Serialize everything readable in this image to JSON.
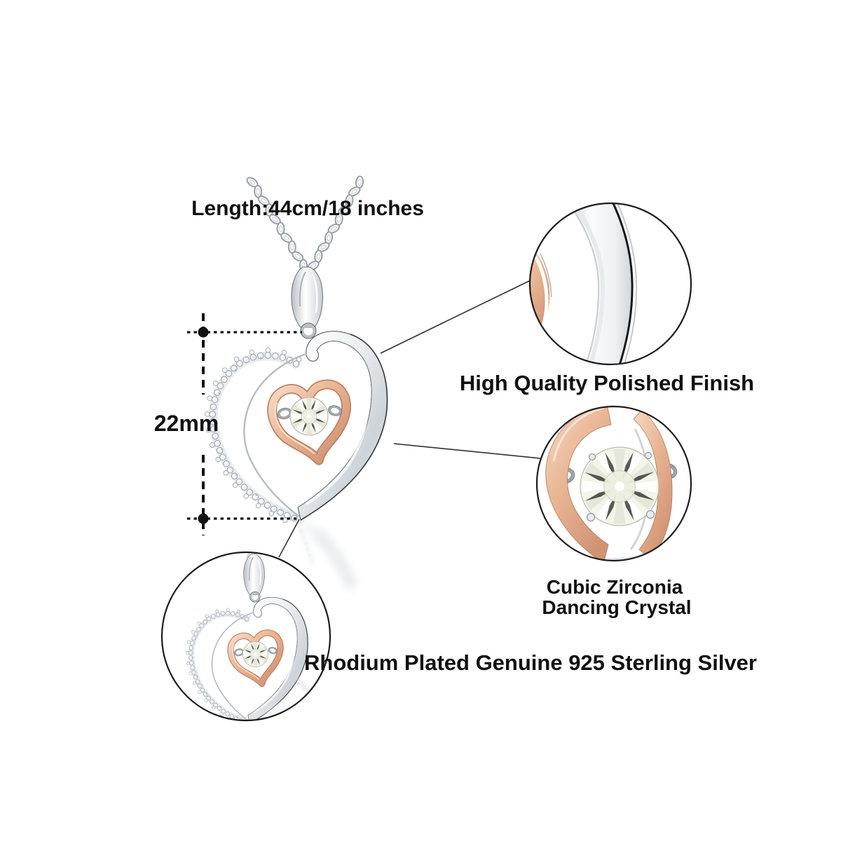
{
  "annotations": {
    "length_label": "Length:44cm/18 inches",
    "size_label": "22mm",
    "material_label": "Rhodium Plated Genuine 925 Sterling Silver"
  },
  "callouts": {
    "finish_label": "High Quality Polished Finish",
    "crystal_label_line1": "Cubic Zirconia",
    "crystal_label_line2": "Dancing Crystal"
  },
  "product": {
    "type": "heart pendant necklace",
    "chain_shape": "V-shaped cable chain converging on bail",
    "outer_heart": "silver polished ribbon right side, pave crystal left side",
    "inner_heart": "rose gold tilted heart frame",
    "center_stone": "round cubic zirconia dancing crystal"
  },
  "colors": {
    "text": "#111111",
    "line": "#2f3236",
    "background": "#ffffff",
    "rose_gold": "#e4ac8c",
    "rose_gold_light": "#f6d9c6",
    "rose_gold_dark": "#c88a6b",
    "silver_light": "#f4f6f8",
    "silver_mid": "#d4d9dd",
    "silver_dark": "#8c939a",
    "edge_dark": "#33373b",
    "crystal_tint": "#f3f3e6"
  }
}
